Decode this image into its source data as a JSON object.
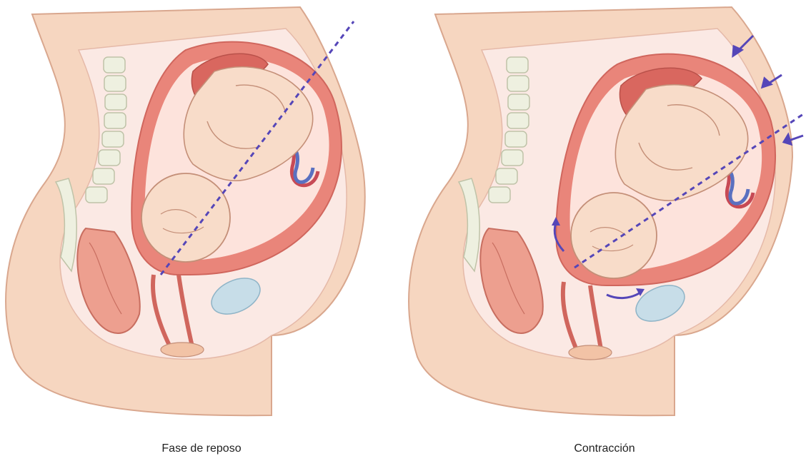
{
  "figure": {
    "panels": [
      {
        "caption": "Fase de reposo",
        "state": "rest"
      },
      {
        "caption": "Contracción",
        "state": "contraction"
      }
    ]
  },
  "colors": {
    "skin": "#f6d6c0",
    "skin_dark": "#e9a98c",
    "body_interior": "#fbe9e4",
    "uterus_wall": "#e9857a",
    "uterus_wall_edge": "#d0665d",
    "amniotic": "#fde3dc",
    "fetus": "#f8dcc9",
    "fetus_outline": "#c48f78",
    "placenta": "#d9675f",
    "spine": "#eef0e0",
    "spine_outline": "#bfc3a8",
    "bladder": "#c7dde8",
    "umbilical_red": "#c74a55",
    "umbilical_blue": "#5a70c0",
    "axis_line": "#5546b8",
    "arrow": "#5546b8"
  }
}
